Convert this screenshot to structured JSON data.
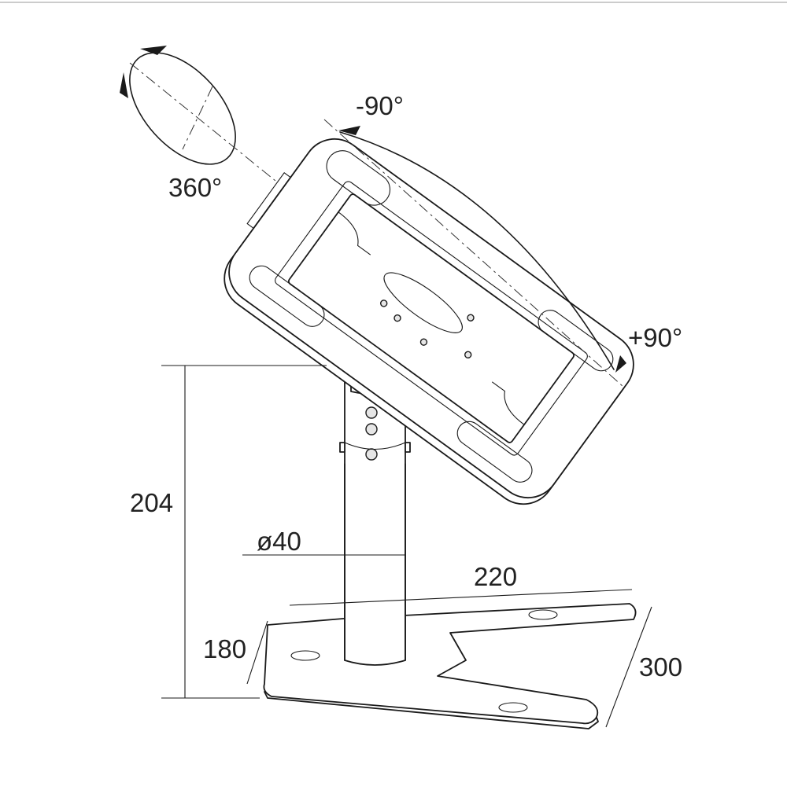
{
  "labels": {
    "rotation": "360°",
    "tilt_min": "-90°",
    "tilt_max": "+90°",
    "height": "204",
    "pole_diameter": "ø40",
    "base_width": "220",
    "base_depth": "180",
    "base_length": "300"
  },
  "colors": {
    "line": "#1a1a1a",
    "text": "#222222",
    "background": "#ffffff"
  }
}
